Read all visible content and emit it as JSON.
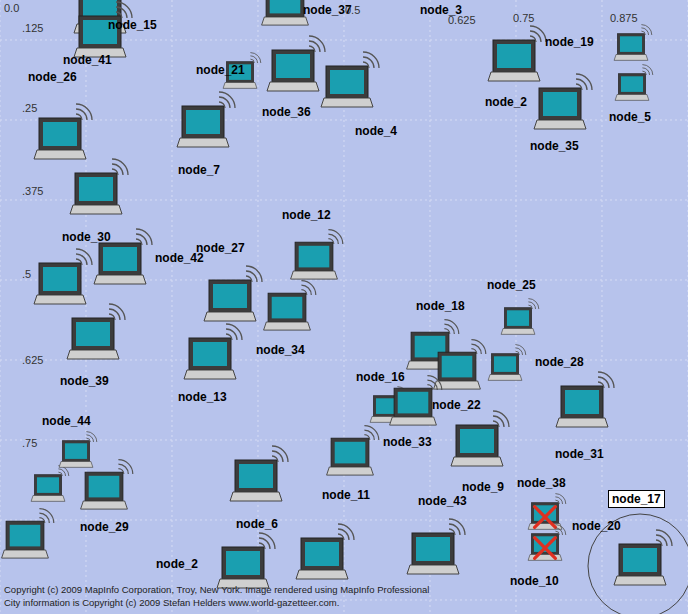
{
  "diagram": {
    "nodes": [
      {
        "text": [
          "node_15"
        ]
      },
      {
        "text": [
          "node_37"
        ]
      },
      {
        "text": [
          "node_3"
        ]
      },
      {
        "text": [
          "node_41"
        ]
      },
      {
        "text": [
          "node_21"
        ]
      },
      {
        "text": [
          "node_36"
        ]
      },
      {
        "text": [
          "node_4"
        ]
      },
      {
        "text": [
          "node_19"
        ]
      },
      {
        "text": [
          "node_2"
        ]
      },
      {
        "text": [
          "node_35"
        ]
      },
      {
        "text": [
          "node_5"
        ]
      },
      {
        "text": [
          "node_26"
        ]
      },
      {
        "text": [
          "node_7"
        ]
      },
      {
        "text": [
          "node_30"
        ]
      },
      {
        "text": [
          "node_12"
        ]
      },
      {
        "text": [
          "node_27"
        ]
      },
      {
        "text": [
          "node_42"
        ]
      },
      {
        "text": [
          "node_34"
        ]
      },
      {
        "text": [
          "node_13"
        ]
      },
      {
        "text": [
          "node_39"
        ]
      },
      {
        "text": [
          "node_18"
        ]
      },
      {
        "text": [
          "node_25"
        ]
      },
      {
        "text": [
          "node_28"
        ]
      },
      {
        "text": [
          "node_16"
        ]
      },
      {
        "text": [
          "node_22"
        ]
      },
      {
        "text": [
          "node_33"
        ]
      },
      {
        "text": [
          "node_31"
        ]
      },
      {
        "text": [
          "node_9"
        ]
      },
      {
        "text": [
          "node_11"
        ]
      },
      {
        "text": [
          "node_38"
        ]
      },
      {
        "text": [
          "node_43"
        ]
      },
      {
        "text": [
          "node_20"
        ]
      },
      {
        "text": [
          "node_10"
        ]
      },
      {
        "text": [
          "node_17"
        ]
      },
      {
        "text": [
          "node_44"
        ]
      },
      {
        "text": [
          "node_29"
        ]
      },
      {
        "text": [
          "node_6"
        ]
      },
      {
        "text": [
          "node_2"
        ]
      }
    ],
    "labels": [
      "0.0",
      ".125",
      "0.5",
      "0.625",
      "0.75",
      "0.875",
      ".25",
      ".375",
      ".5",
      ".625",
      ".75",
      "Copyright (c) 2009 MapInfo Corporation, Troy, New York. Image rendered using MapInfo Professional",
      "City information is Copyright (c) 2009 Stefan Helders www.world-gazetteer.com."
    ]
  }
}
